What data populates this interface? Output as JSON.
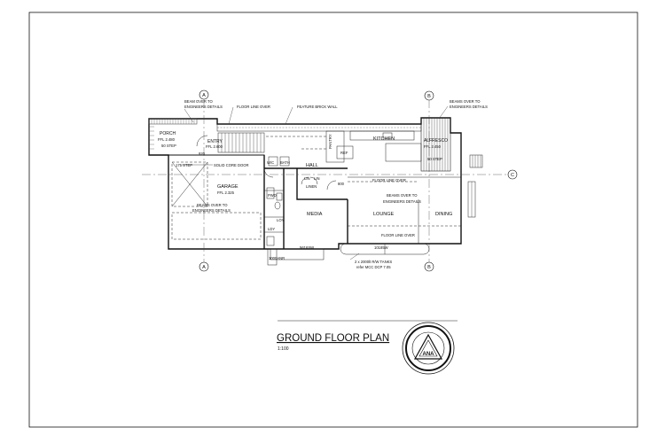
{
  "plan": {
    "title": "GROUND FLOOR PLAN",
    "scale": "1:100",
    "grid_marks": [
      "A",
      "B",
      "C"
    ],
    "annotations": {
      "beam_over_left_top_1": "BEAM OVER TO",
      "beam_over_left_top_2": "ENGINEERS DETAILS",
      "floor_line_over_top": "FLOOR LINE OVER",
      "feature_brick_wall": "FEATURE BRICK WALL",
      "beams_over_right_1": "BEAMS OVER TO",
      "beams_over_right_2": "ENGINEERS DETAILS",
      "beams_over_garage_1": "BEAMS OVER TO",
      "beams_over_garage_2": "ENGINEERS DETAILS",
      "floor_line_over_mid": "FLOOR LINE OVER",
      "beams_over_mid_1": "BEAMS OVER TO",
      "beams_over_mid_2": "ENGINEERS DETAILS",
      "floor_line_over_bottom": "FLOOR LINE OVER",
      "solid_core_door": "SOLID CORE DOOR",
      "tanks_1": "2 x 2000lt R/W TANKS",
      "tanks_2": "refer MCC DCP 7.05",
      "step_porch": "50 STEP",
      "step_garage": "175 STEP",
      "step_alfresco": "50 STEP",
      "dim_920": "920",
      "dim_left_bottom": "5616SW",
      "dim_mid_bottom": "10185W",
      "dim_left_edge": "1000ANR",
      "dim_linen": "800"
    },
    "rooms": {
      "porch": "PORCH",
      "porch_ffl": "FFL 2.480",
      "entry": "ENTRY",
      "entry_ffl": "FFL 2.600",
      "garage": "GARAGE",
      "garage_ffl": "FFL 2.325",
      "hall": "HALL",
      "kitchen": "KITCHEN",
      "pantry": "PANTRY",
      "ref": "REF",
      "alfresco": "ALFRESCO",
      "alfresco_ffl": "FFL 2.450",
      "linen": "LINEN",
      "lin_1": "LIN",
      "lin_2": "LIN",
      "media": "MEDIA",
      "lounge": "LOUNGE",
      "dining": "DINING",
      "lpy": "LOY",
      "wc": "W/C",
      "bath": "BATH",
      "pwd": "PWD",
      "ldy": "LDY"
    },
    "stamp": {
      "label": "ANA"
    }
  }
}
